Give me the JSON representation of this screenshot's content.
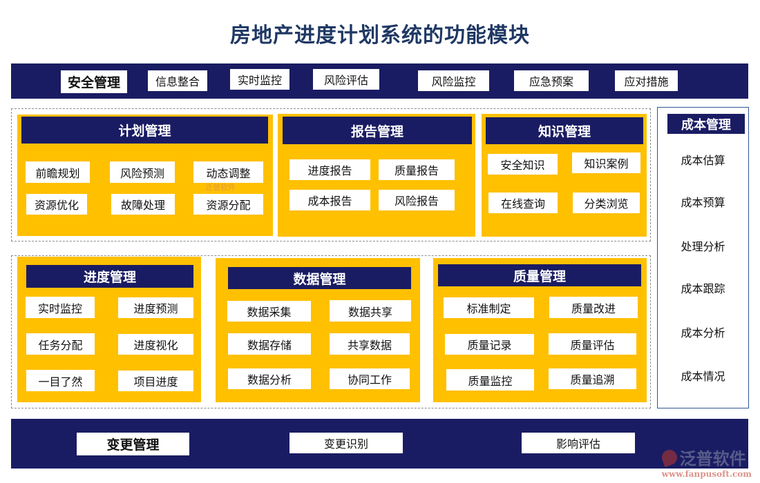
{
  "title": "房地产进度计划系统的功能模块",
  "colors": {
    "navy": "#1a1c63",
    "yellow": "#ffc000",
    "title": "#1f3864",
    "sidebar_border": "#2f5597",
    "dashed": "#8c8c8c"
  },
  "top_band": {
    "label": "安全管理",
    "items": [
      "信息整合",
      "实时监控",
      "风险评估",
      "风险监控",
      "应急预案",
      "应对措施"
    ]
  },
  "planning": {
    "header": "计划管理",
    "items": [
      "前瞻规划",
      "风险预测",
      "动态调整",
      "资源优化",
      "故障处理",
      "资源分配"
    ]
  },
  "reports": {
    "header": "报告管理",
    "items": [
      "进度报告",
      "质量报告",
      "成本报告",
      "风险报告"
    ]
  },
  "knowledge": {
    "header": "知识管理",
    "items": [
      "安全知识",
      "知识案例",
      "在线查询",
      "分类浏览"
    ]
  },
  "cost": {
    "header": "成本管理",
    "items": [
      "成本估算",
      "成本预算",
      "处理分析",
      "成本跟踪",
      "成本分析",
      "成本情况"
    ]
  },
  "progress": {
    "header": "进度管理",
    "items": [
      "实时监控",
      "进度预测",
      "任务分配",
      "进度视化",
      "一目了然",
      "项目进度"
    ]
  },
  "data_mgmt": {
    "header": "数据管理",
    "items": [
      "数据采集",
      "数据共享",
      "数据存储",
      "共享数据",
      "数据分析",
      "协同工作"
    ]
  },
  "quality": {
    "header": "质量管理",
    "items": [
      "标准制定",
      "质量改进",
      "质量记录",
      "质量评估",
      "质量监控",
      "质量追溯"
    ]
  },
  "bottom_band": {
    "label": "变更管理",
    "items": [
      "变更识别",
      "影响评估"
    ]
  },
  "watermark": {
    "brand": "泛普软件",
    "url": "www.fanpusoft.com"
  }
}
